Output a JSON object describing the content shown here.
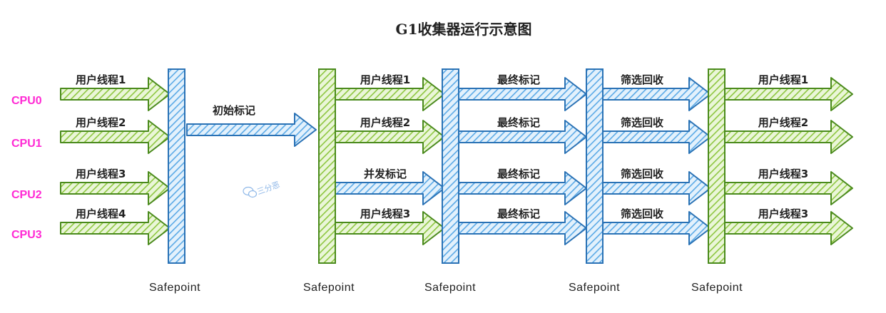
{
  "title": "G1收集器运行示意图",
  "watermark": "三分恶",
  "colors": {
    "green_fill": "#8dc63f",
    "green_stroke": "#4a8a1c",
    "blue_fill": "#5aa9e6",
    "blue_stroke": "#2a72b5",
    "cpu_text": "#ff2ad4"
  },
  "cpus": [
    "CPU0",
    "CPU1",
    "CPU2",
    "CPU3"
  ],
  "safepoint_label": "Safepoint",
  "safepoints": [
    {
      "label": "Safepoint",
      "color": "blue"
    },
    {
      "label": "Safepoint",
      "color": "green"
    },
    {
      "label": "Safepoint",
      "color": "blue"
    },
    {
      "label": "Safepoint",
      "color": "blue"
    },
    {
      "label": "Safepoint",
      "color": "green"
    }
  ],
  "stages": [
    {
      "name": "user-threads-before",
      "arrows": [
        {
          "label": "用户线程1",
          "color": "green"
        },
        {
          "label": "用户线程2",
          "color": "green"
        },
        {
          "label": "用户线程3",
          "color": "green"
        },
        {
          "label": "用户线程4",
          "color": "green"
        }
      ]
    },
    {
      "name": "initial-mark",
      "arrows": [
        {
          "label": "初始标记",
          "color": "blue"
        }
      ]
    },
    {
      "name": "concurrent-mark",
      "arrows": [
        {
          "label": "用户线程1",
          "color": "green"
        },
        {
          "label": "用户线程2",
          "color": "green"
        },
        {
          "label": "并发标记",
          "color": "blue"
        },
        {
          "label": "用户线程3",
          "color": "green"
        }
      ]
    },
    {
      "name": "final-mark",
      "arrows": [
        {
          "label": "最终标记",
          "color": "blue"
        },
        {
          "label": "最终标记",
          "color": "blue"
        },
        {
          "label": "最终标记",
          "color": "blue"
        },
        {
          "label": "最终标记",
          "color": "blue"
        }
      ]
    },
    {
      "name": "cleanup",
      "arrows": [
        {
          "label": "筛选回收",
          "color": "blue"
        },
        {
          "label": "筛选回收",
          "color": "blue"
        },
        {
          "label": "筛选回收",
          "color": "blue"
        },
        {
          "label": "筛选回收",
          "color": "blue"
        }
      ]
    },
    {
      "name": "user-threads-after",
      "arrows": [
        {
          "label": "用户线程1",
          "color": "green"
        },
        {
          "label": "用户线程2",
          "color": "green"
        },
        {
          "label": "用户线程3",
          "color": "green"
        },
        {
          "label": "用户线程3",
          "color": "green"
        }
      ]
    }
  ]
}
